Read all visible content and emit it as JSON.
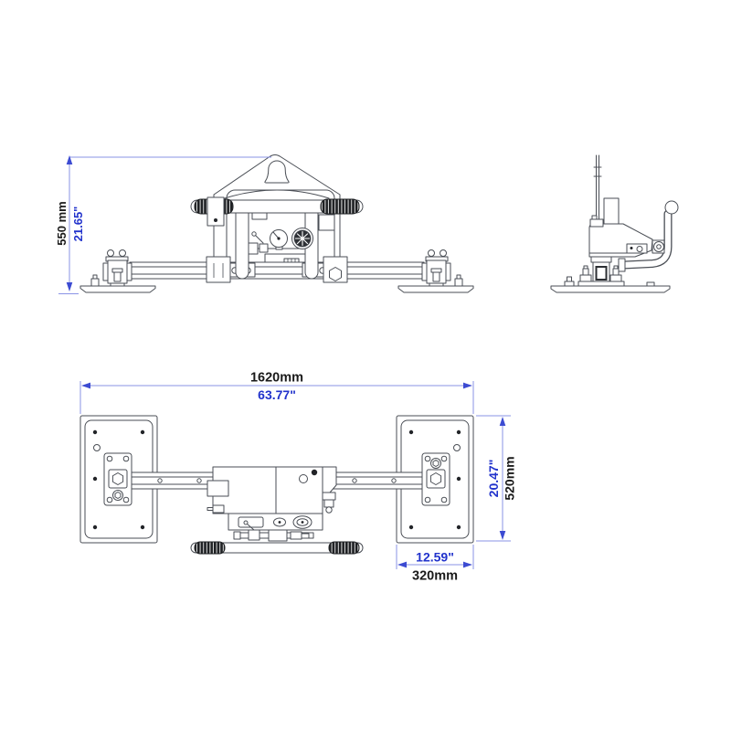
{
  "page": {
    "background_color": "#ffffff",
    "description": "Technical dimension drawing of a two-pad vacuum lifter shown in front, side and plan orthographic views"
  },
  "colors": {
    "dimension_line_blue": "#8a93e6",
    "dimension_arrow_blue": "#3c4bd2",
    "imperial_text_blue": "#2233cc",
    "metric_text_black": "#1a1a1a",
    "drawing_line_gray": "#4a4e55"
  },
  "dimensions": {
    "overall_height": {
      "metric": "550 mm",
      "imperial": "21.65\""
    },
    "overall_width": {
      "metric": "1620mm",
      "imperial": "63.77\""
    },
    "pad_length": {
      "metric": "520mm",
      "imperial": "20.47\""
    },
    "pad_width": {
      "metric": "320mm",
      "imperial": "12.59\""
    }
  }
}
